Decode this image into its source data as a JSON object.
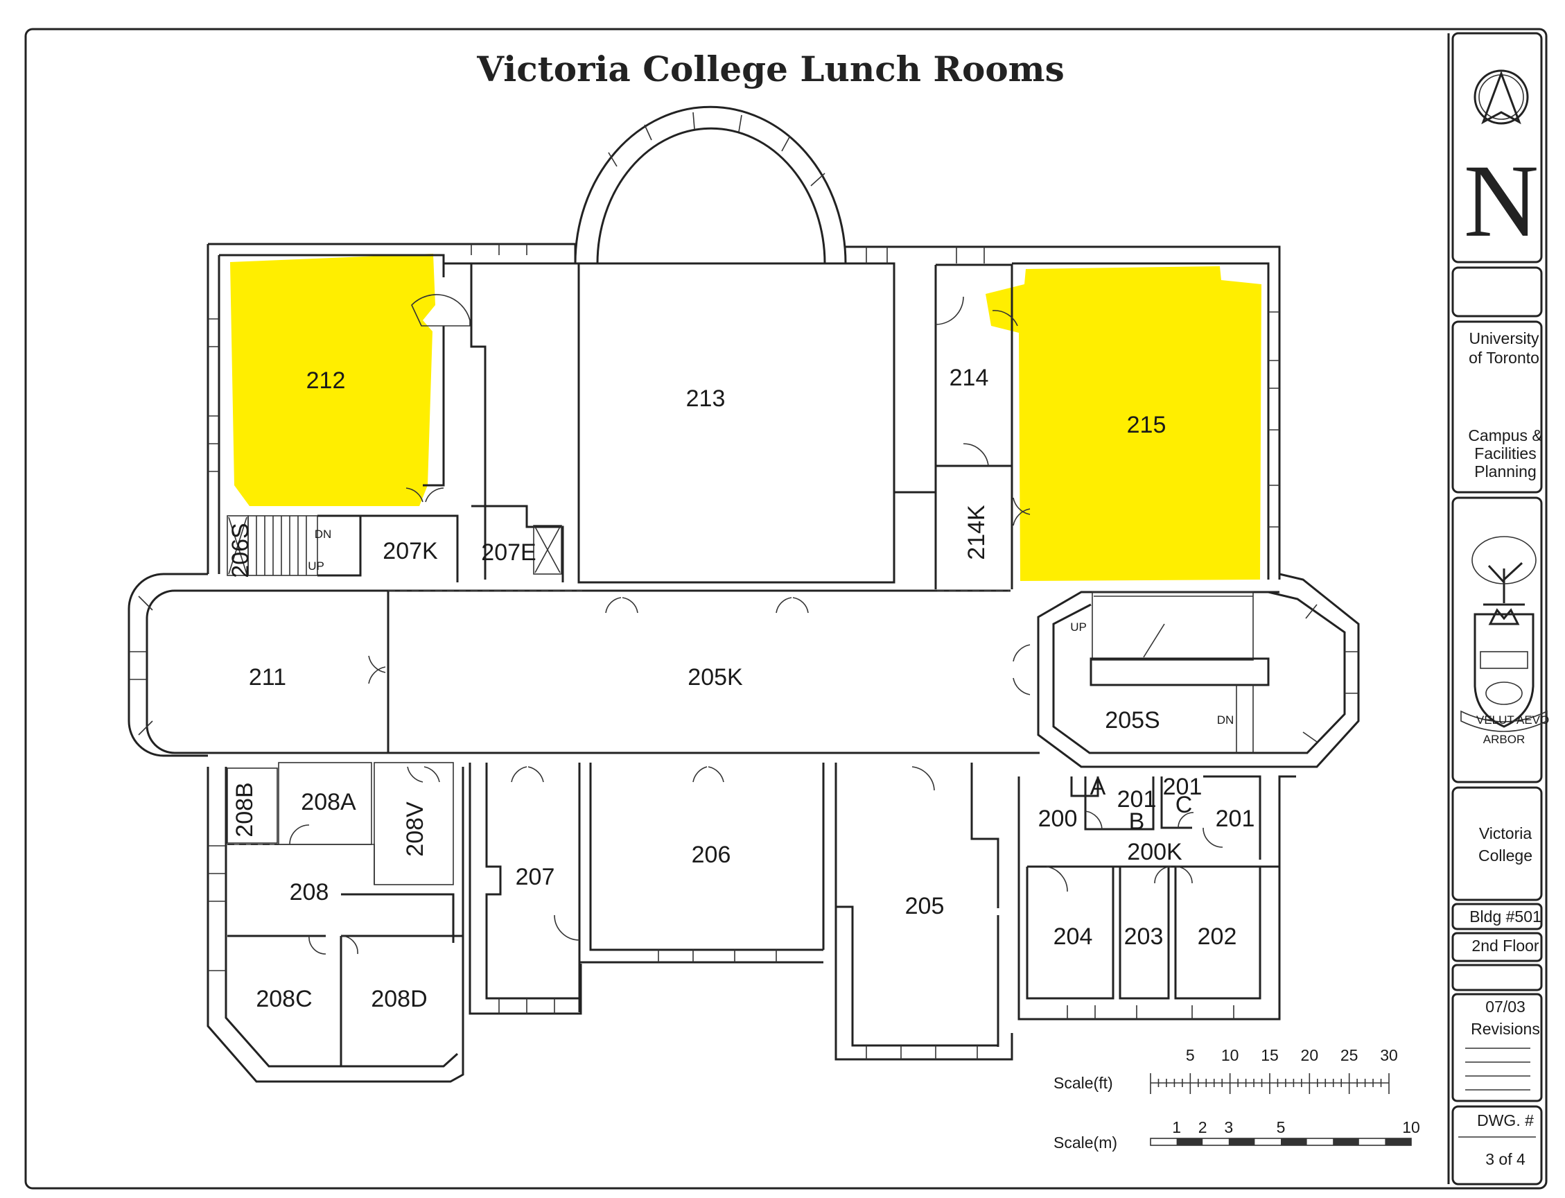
{
  "title": "Victoria College Lunch Rooms",
  "highlight_color": "#ffee00",
  "rooms": {
    "r212": "212",
    "r213": "213",
    "r214": "214",
    "r215": "215",
    "r214k": "214K",
    "r206s": "206S",
    "r207k": "207K",
    "r207e": "207E",
    "r211": "211",
    "r205k": "205K",
    "r205s": "205S",
    "r208b": "208B",
    "r208a": "208A",
    "r208v": "208V",
    "r208": "208",
    "r207": "207",
    "r206": "206",
    "r205": "205",
    "r208c": "208C",
    "r208d": "208D",
    "r200": "200",
    "r200a": "A",
    "r201b1": "201",
    "r201b2": "B",
    "r201c1": "201",
    "r201c2": "C",
    "r201": "201",
    "r200k": "200K",
    "r204": "204",
    "r203": "203",
    "r202": "202"
  },
  "stairs": {
    "dn1": "DN",
    "up1": "UP",
    "up2": "UP",
    "dn2": "DN"
  },
  "title_block": {
    "north": "N",
    "org_line1": "University",
    "org_line2": "of Toronto",
    "dept_line1": "Campus &",
    "dept_line2": "Facilities",
    "dept_line3": "Planning",
    "crest_motto_1": "VELUT",
    "crest_motto_2": "AEVO",
    "crest_motto_3": "ARBOR",
    "college_line1": "Victoria",
    "college_line2": "College",
    "bldg": "Bldg #501",
    "floor": "2nd Floor",
    "date": "07/03",
    "revisions": "Revisions",
    "dwg_label": "DWG. #",
    "dwg_value": "3 of 4"
  },
  "scale": {
    "ft_label": "Scale(ft)",
    "ft_ticks": [
      "5",
      "10",
      "15",
      "20",
      "25",
      "30"
    ],
    "m_label": "Scale(m)",
    "m_ticks": [
      "1",
      "2",
      "3",
      "5",
      "10"
    ]
  }
}
